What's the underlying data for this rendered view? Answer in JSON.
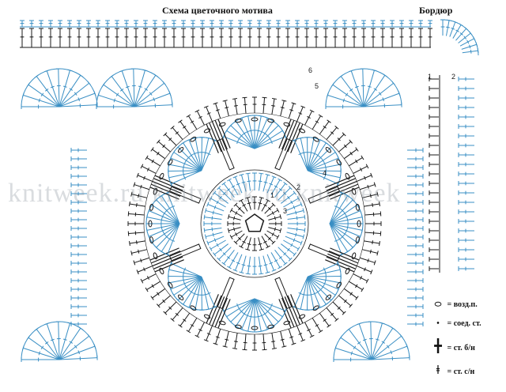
{
  "title": "Схема цветочного мотива",
  "border_title": "Бордюр",
  "watermark": "knitweek.ru knitweek.ru knitweek",
  "row_numbers": [
    "1",
    "2",
    "3",
    "4",
    "5",
    "6"
  ],
  "border_numbers": [
    "1",
    "2"
  ],
  "legend": [
    {
      "symbol": "chain-icon",
      "label": "= возд.п."
    },
    {
      "symbol": "slip-stitch-icon",
      "label": "= соед. ст."
    },
    {
      "symbol": "single-crochet-icon",
      "label": "= ст. б/н"
    },
    {
      "symbol": "double-crochet-icon",
      "label": "= ст. с/н"
    }
  ],
  "colors": {
    "black": "#1a1a1a",
    "blue": "#3a8fc4"
  }
}
